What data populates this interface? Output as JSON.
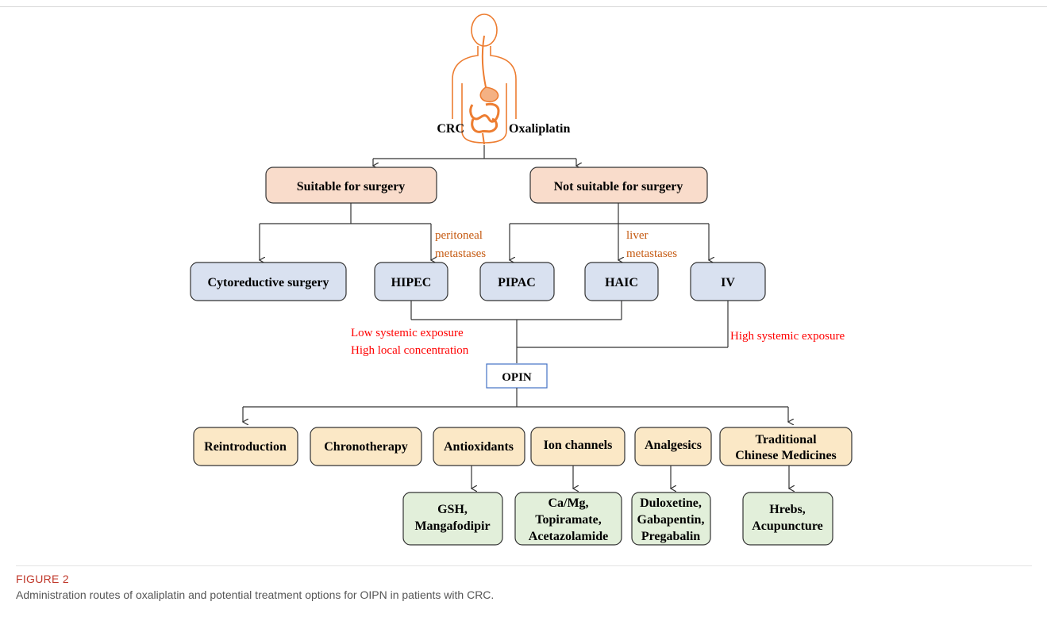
{
  "root": {
    "left_label": "CRC",
    "right_label": "Oxaliplatin"
  },
  "level1": {
    "suitable": "Suitable for surgery",
    "not_suitable": "Not suitable for surgery"
  },
  "annotations": {
    "peritoneal": [
      "peritoneal",
      "metastases"
    ],
    "liver": [
      "liver",
      "metastases"
    ],
    "low_exposure": [
      "Low systemic exposure",
      "High local concentration"
    ],
    "high_exposure": "High systemic exposure"
  },
  "routes": {
    "cytoreductive": "Cytoreductive surgery",
    "hipec": "HIPEC",
    "pipac": "PIPAC",
    "haic": "HAIC",
    "iv": "IV"
  },
  "opin": "OPIN",
  "treatments": {
    "reintroduction": "Reintroduction",
    "chronotherapy": "Chronotherapy",
    "antioxidants": "Antioxidants",
    "ion_channels": "Ion channels",
    "analgesics": "Analgesics",
    "tcm": [
      "Traditional",
      "Chinese Medicines"
    ]
  },
  "examples": {
    "antioxidants": [
      "GSH,",
      "Mangafodipir"
    ],
    "ion_channels": [
      "Ca/Mg,",
      "Topiramate,",
      "Acetazolamide"
    ],
    "analgesics": [
      "Duloxetine,",
      "Gabapentin,",
      "Pregabalin"
    ],
    "tcm": [
      "Hrebs,",
      "Acupuncture"
    ]
  },
  "caption": {
    "label": "FIGURE 2",
    "text": "Administration routes of oxaliplatin and potential treatment options for OIPN in patients with CRC."
  },
  "colors": {
    "level1_fill": "#f9dccb",
    "route_fill": "#d9e1f0",
    "treatment_fill": "#fbe8c6",
    "example_fill": "#e2efda",
    "annotation_orange": "#c55a11",
    "annotation_red": "#ff0000",
    "body_outline": "#ed7d31"
  }
}
